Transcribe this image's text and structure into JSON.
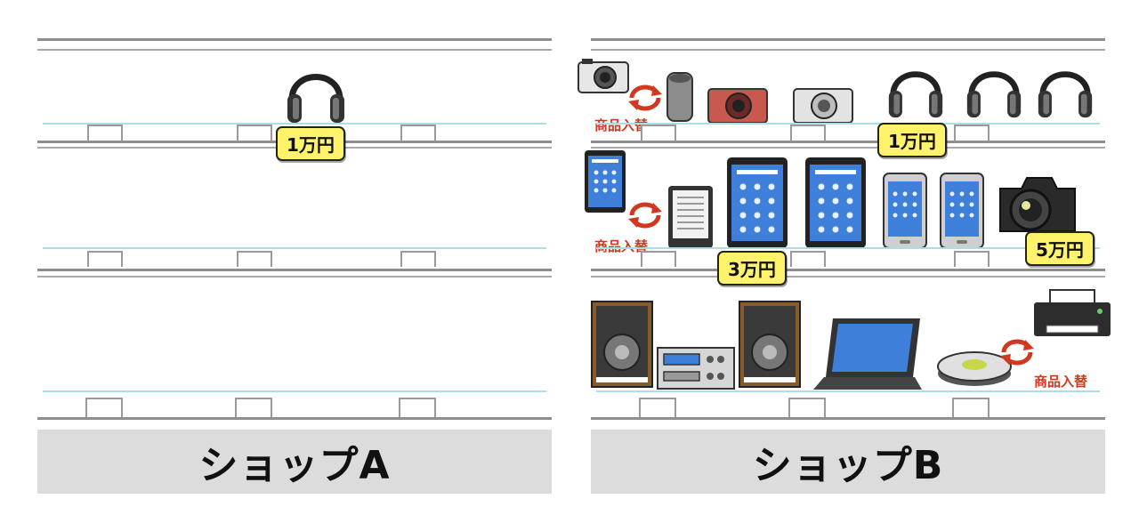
{
  "shop_a": {
    "sign_label": "ショップA",
    "price_tag": "1万円"
  },
  "shop_b": {
    "sign_label": "ショップB",
    "price_tags": [
      "1万円",
      "3万円",
      "5万円"
    ],
    "swap_label": "商品入替"
  },
  "colors": {
    "price_tag_bg": "#fff36b",
    "swap_red": "#d0391f",
    "shelf_gray": "#8e8e8e",
    "sign_bg": "#dcdcdd",
    "glass_blue": "#a8e0ea",
    "device_blue": "#3d7fd9"
  },
  "icons": [
    "headphones-icon",
    "camera-icon",
    "smart-speaker-icon",
    "tablet-icon",
    "e-reader-icon",
    "smartphone-icon",
    "dslr-camera-icon",
    "speaker-icon",
    "stereo-icon",
    "laptop-icon",
    "robot-vacuum-icon",
    "printer-icon",
    "swap-arrows-icon"
  ]
}
